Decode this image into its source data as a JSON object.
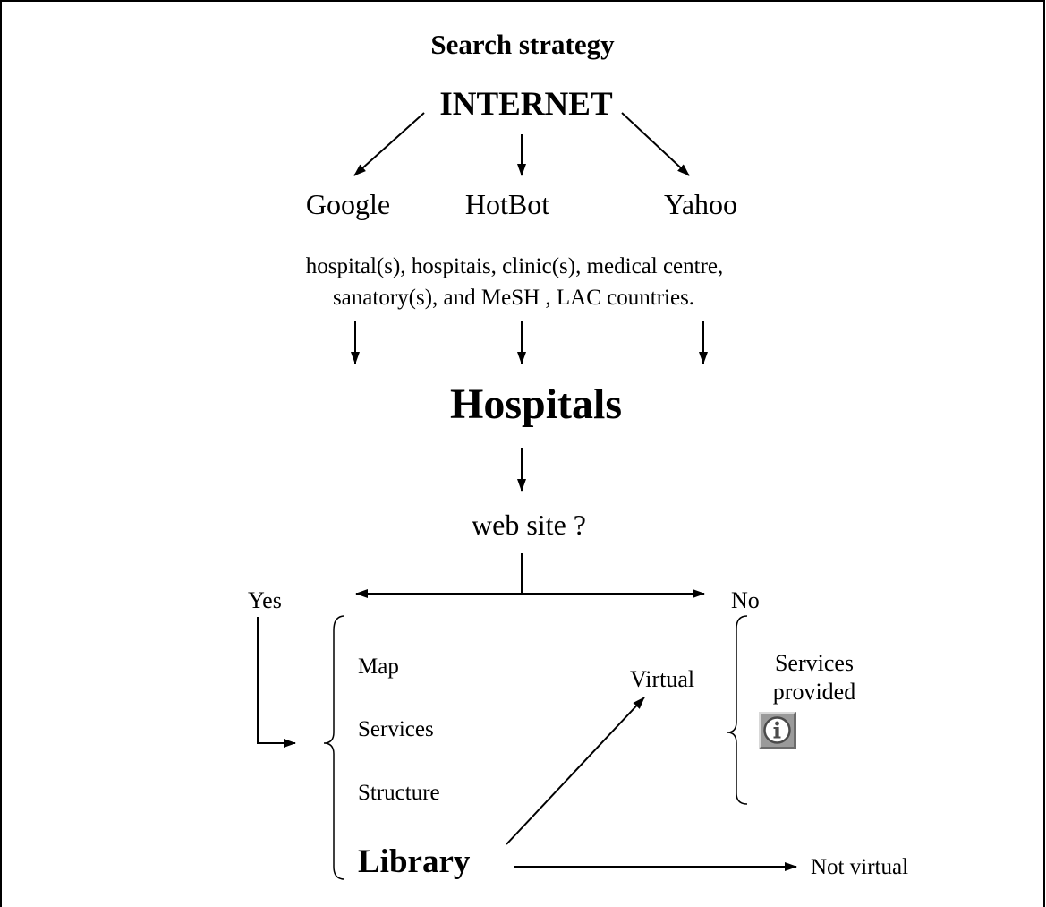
{
  "diagram": {
    "title": "Search strategy",
    "root": "INTERNET",
    "engines": [
      "Google",
      "HotBot",
      "Yahoo"
    ],
    "keywords": [
      "hospital(s), hospitais, clinic(s), medical centre,",
      "sanatory(s), and  MeSH , LAC countries."
    ],
    "hospitals": "Hospitals",
    "question": "web site ?",
    "yes": "Yes",
    "no": "No",
    "items": [
      "Map",
      "Services",
      "Structure"
    ],
    "library": "Library",
    "virtual": "Virtual",
    "not_virtual": "Not virtual",
    "services_provided": [
      "Services",
      "provided"
    ],
    "info_icon": "info-icon"
  }
}
